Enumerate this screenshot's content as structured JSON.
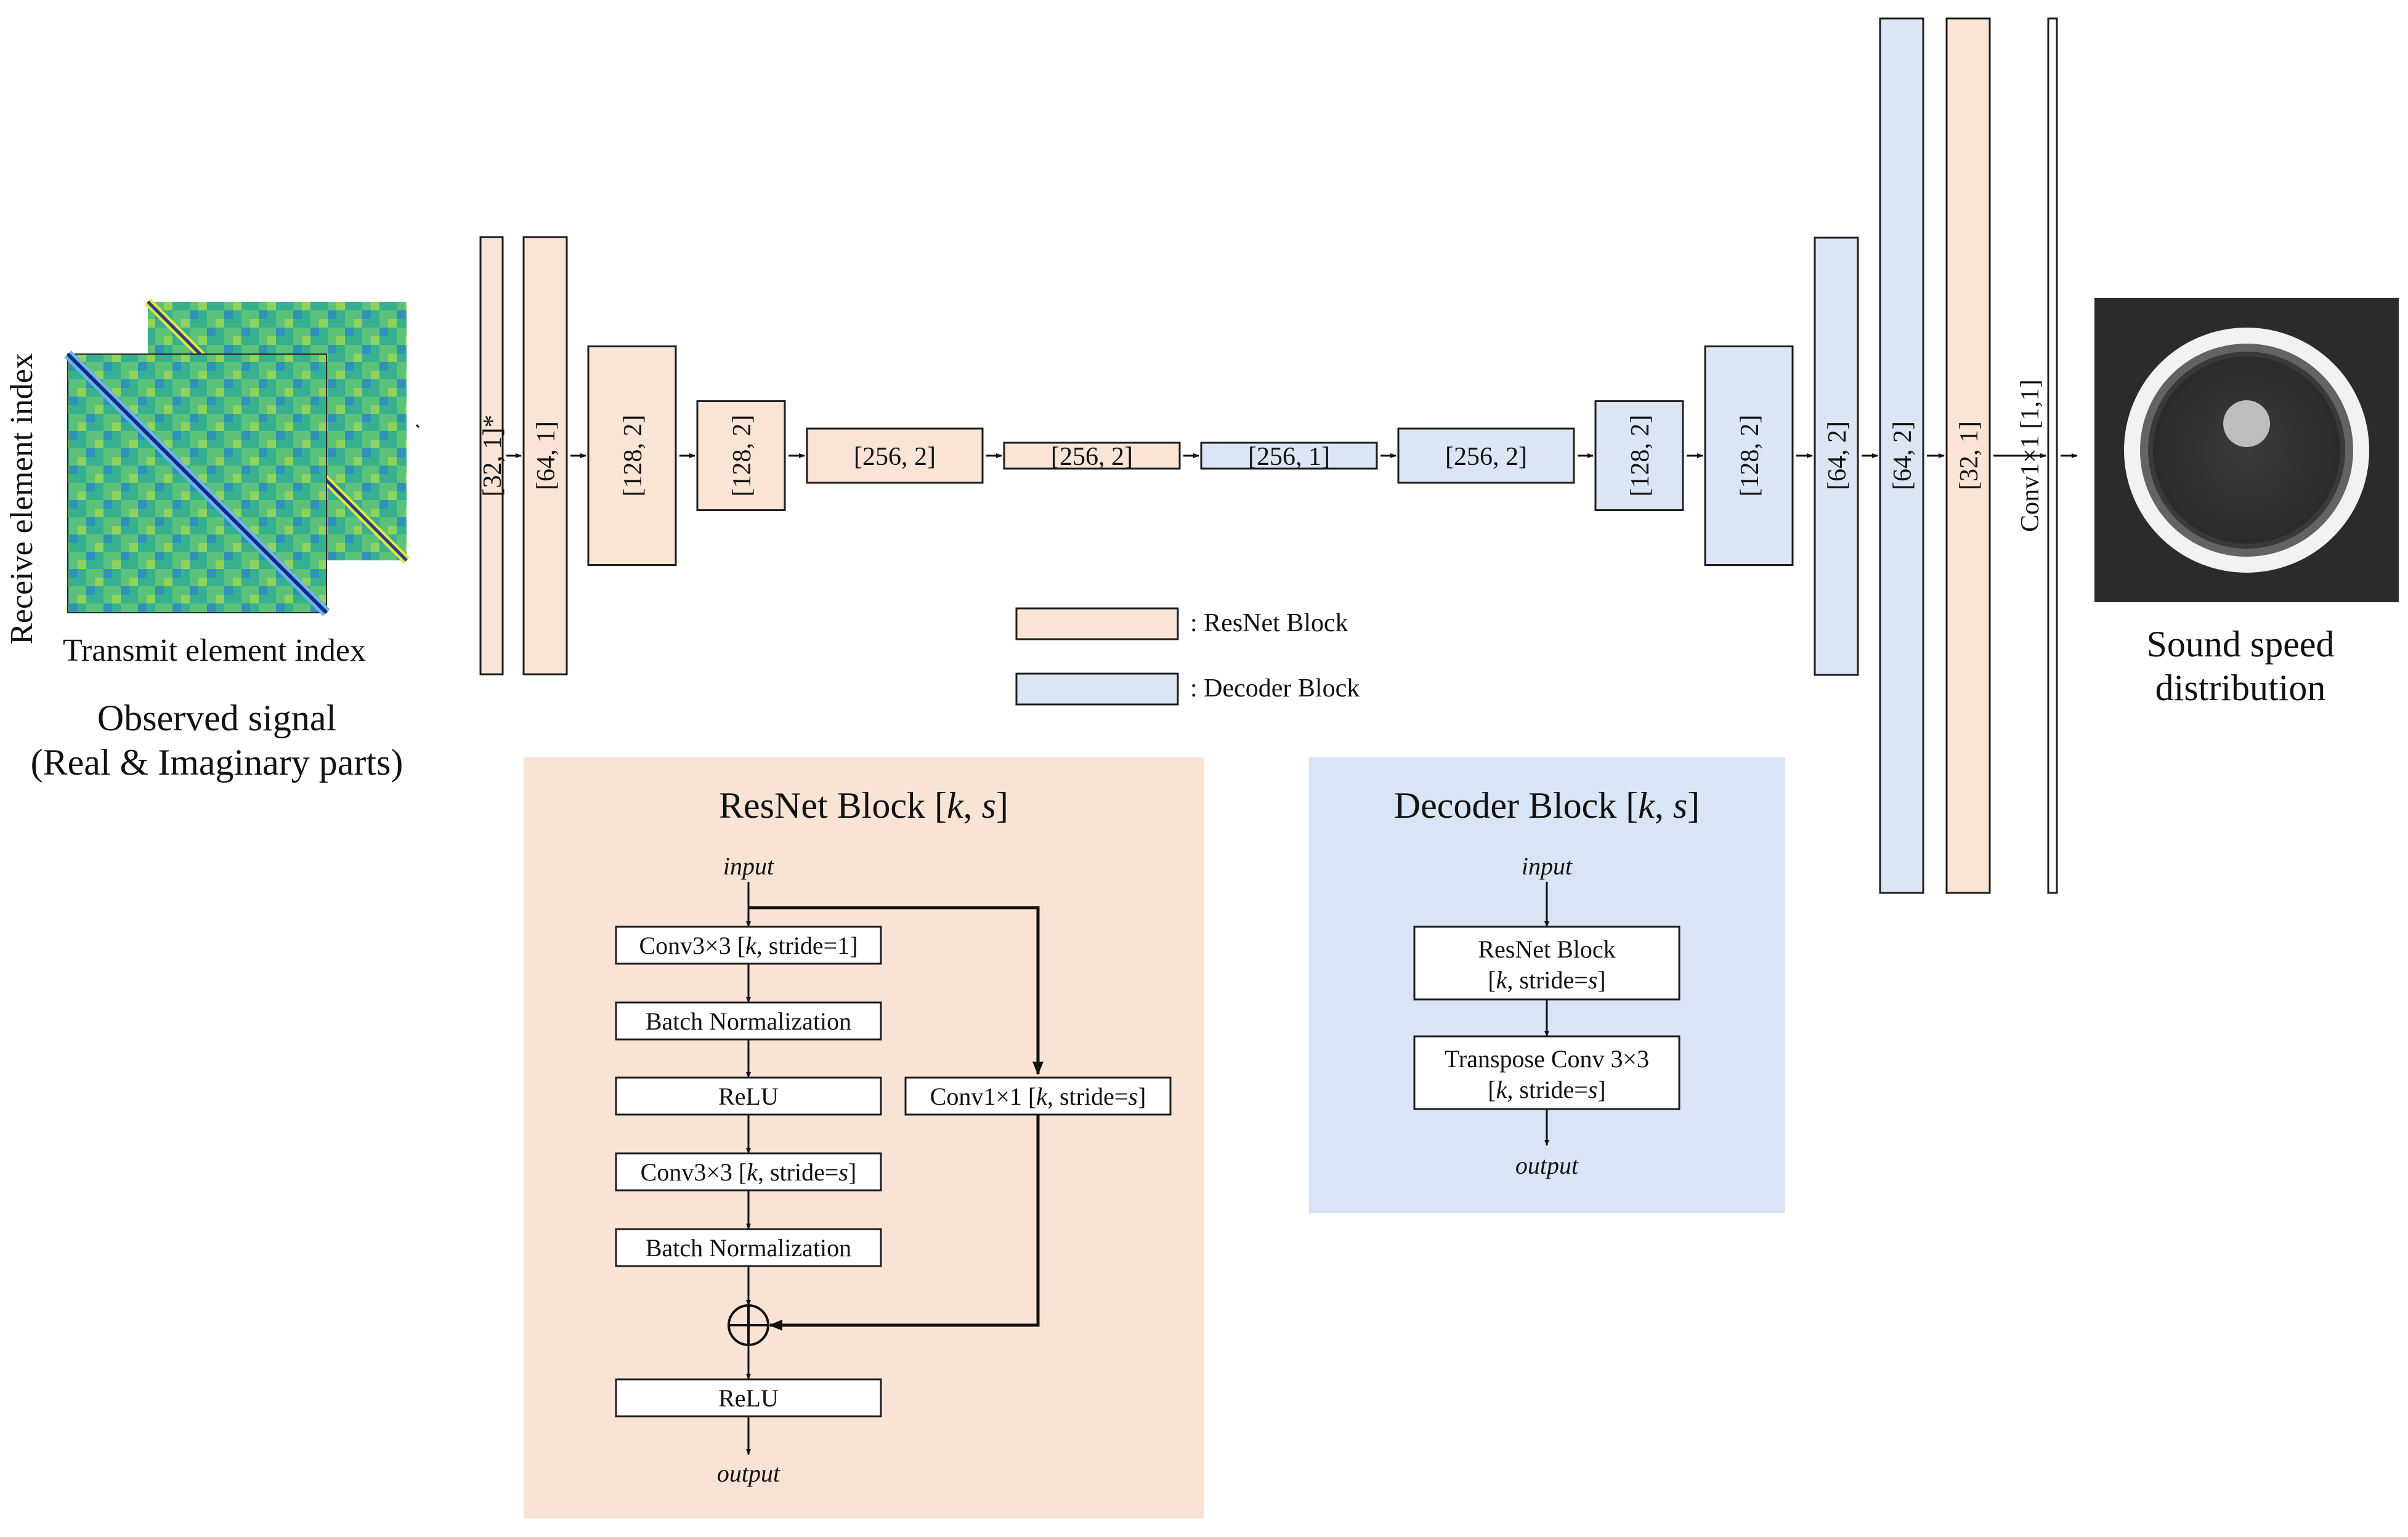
{
  "input": {
    "ylabel": "Receive element index",
    "xlabel": "Transmit element index",
    "caption_line1": "Observed signal",
    "caption_line2": "(Real & Imaginary parts)"
  },
  "encoder": [
    {
      "label": "[32, 1]*"
    },
    {
      "label": "[64, 1]"
    },
    {
      "label": "[128, 2]"
    },
    {
      "label": "[128, 2]"
    },
    {
      "label": "[256, 2]"
    },
    {
      "label": "[256, 2]"
    }
  ],
  "decoder": [
    {
      "label": "[256, 1]"
    },
    {
      "label": "[256, 2]"
    },
    {
      "label": "[128, 2]"
    },
    {
      "label": "[128, 2]"
    },
    {
      "label": "[64, 2]"
    },
    {
      "label": "[64, 2]"
    }
  ],
  "tail": {
    "res_label": "[32, 1]",
    "conv_label": "Conv1×1 [1,1]"
  },
  "output": {
    "caption_line1": "Sound speed",
    "caption_line2": "distribution"
  },
  "legend": {
    "resnet": ": ResNet Block",
    "decoder": ": Decoder Block"
  },
  "resnet_panel": {
    "title_main": "ResNet Block [",
    "title_k": "k",
    "title_sep": ", ",
    "title_s": "s",
    "title_end": "]",
    "input": "input",
    "output": "output",
    "conv1_a": "Conv3×3 [",
    "conv1_k": "k",
    "conv1_b": ", stride=1]",
    "bn1": "Batch Normalization",
    "relu1": "ReLU",
    "conv2_a": "Conv3×3 [",
    "conv2_k": "k",
    "conv2_b": ", stride=",
    "conv2_s": "s",
    "conv2_c": "]",
    "bn2": "Batch Normalization",
    "relu2": "ReLU",
    "skip_a": "Conv1×1 [",
    "skip_k": "k",
    "skip_b": ", stride=",
    "skip_s": "s",
    "skip_c": "]"
  },
  "decoder_panel": {
    "title_main": "Decoder Block [",
    "title_k": "k",
    "title_sep": ", ",
    "title_s": "s",
    "title_end": "]",
    "input": "input",
    "output": "output",
    "box1_line1": "ResNet Block",
    "box1_a": "[",
    "box1_k": "k",
    "box1_b": ", stride=",
    "box1_s": "s",
    "box1_c": "]",
    "box2_line1": "Transpose Conv 3×3",
    "box2_a": "[",
    "box2_k": "k",
    "box2_b": ", stride=",
    "box2_s": "s",
    "box2_c": "]"
  },
  "colors": {
    "resnet_fill": "#fae4d6",
    "decoder_fill": "#dbe5f4",
    "resnet_panel_bg": "#f9e3d5",
    "decoder_panel_bg": "#d9e4f4"
  }
}
